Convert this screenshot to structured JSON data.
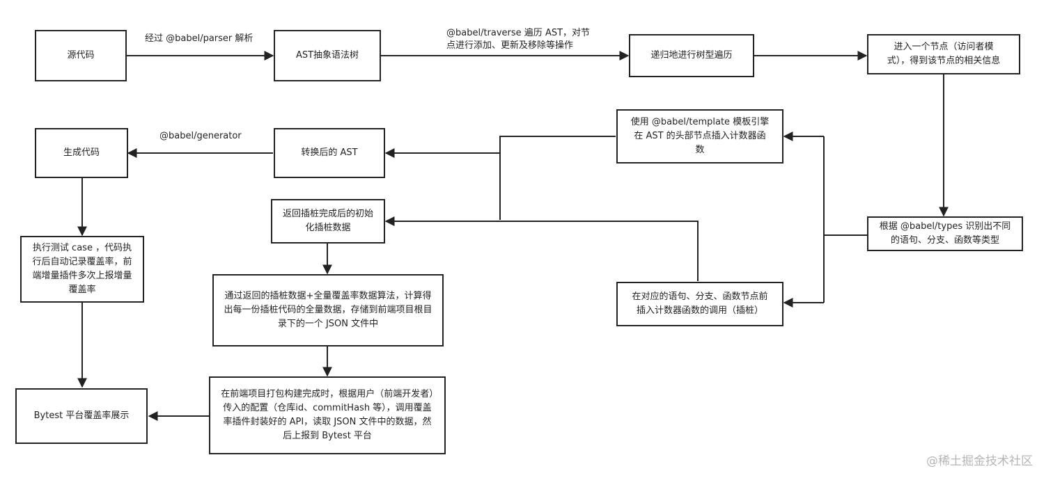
{
  "nodes": {
    "source": "源代码",
    "ast": "AST抽象语法树",
    "recursive": "递归地进行树型遍历",
    "enter": "进入一个节点（访问者模式），得到该节点的相关信息",
    "generate": "生成代码",
    "transformed": "转换后的 AST",
    "template": "使用 @babel/template 模板引擎在 AST 的头部节点插入计数器函数",
    "return_data": "返回插桩完成后的初始化插桩数据",
    "types": "根据 @babel/types 识别出不同的语句、分支、函数等类型",
    "run_tests": "执行测试 case ，代码执行后自动记录覆盖率，前端增量插件多次上报增量覆盖率",
    "compute": "通过返回的插桩数据+全量覆盖率数据算法，计算得出每一份插桩代码的全量数据，存储到前端项目根目录下的一个 JSON 文件中",
    "insert_calls": "在对应的语句、分支、函数节点前插入计数器函数的调用（插桩）",
    "bytest_display": "Bytest 平台覆盖率展示",
    "report": "在前端项目打包构建完成时，根据用户（前端开发者）传入的配置（仓库id、commitHash 等），调用覆盖率插件封装好的 API，读取 JSON 文件中的数据，然后上报到 Bytest 平台"
  },
  "edge_labels": {
    "parser": "经过 @babel/parser 解析",
    "traverse_line1": "@babel/traverse 遍历 AST，对节",
    "traverse_line2": "点进行添加、更新及移除等操作",
    "generator": "@babel/generator"
  },
  "watermark": "@稀土掘金技术社区",
  "colors": {
    "stroke": "#222222",
    "text": "#222222",
    "watermark": "#b5b5b5"
  }
}
